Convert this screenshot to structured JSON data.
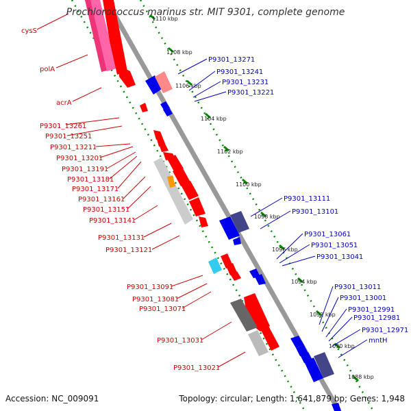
{
  "title": "Prochlorococcus marinus str. MIT 9301, complete genome",
  "footer": {
    "accession": "Accession: NC_009091",
    "summary": "Topology: circular; Length: 1,641,879 bp; Genes: 1,948"
  },
  "kbp_marks": [
    "1110 kbp",
    "1108 kbp",
    "1106 kbp",
    "1104 kbp",
    "1102 kbp",
    "1100 kbp",
    "1098 kbp",
    "1096 kbp",
    "1094 kbp",
    "1092 kbp",
    "1090 kbp",
    "1088 kbp"
  ],
  "left_labels": [
    "cysS",
    "polA",
    "acrA",
    "P9301_13261",
    "P9301_13251",
    "P9301_13211",
    "P9301_13201",
    "P9301_13191",
    "P9301_13181",
    "P9301_13171",
    "P9301_13161",
    "P9301_13151",
    "P9301_13141",
    "P9301_13131",
    "P9301_13121",
    "P9301_13091",
    "P9301_13081",
    "P9301_13071",
    "P9301_13031",
    "P9301_13021"
  ],
  "right_labels": [
    "P9301_13271",
    "P9301_13241",
    "P9301_13231",
    "P9301_13221",
    "P9301_13111",
    "P9301_13101",
    "P9301_13061",
    "P9301_13051",
    "P9301_13041",
    "P9301_13011",
    "P9301_13001",
    "P9301_12991",
    "P9301_12981",
    "P9301_12971",
    "mntH"
  ],
  "colors": {
    "forward": "#ff0000",
    "reverse": "#0000ee",
    "rna": "#cccccc",
    "backbone": "#999999",
    "ticks": "#008800"
  }
}
